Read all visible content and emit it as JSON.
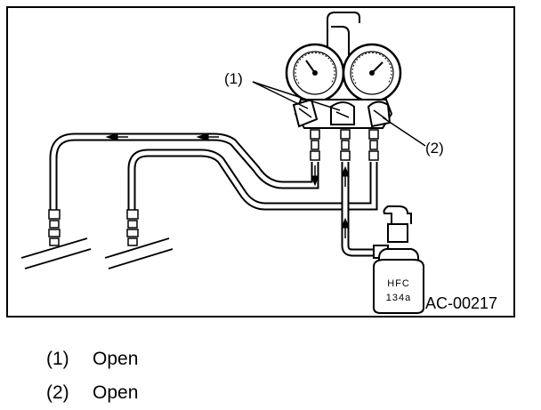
{
  "figure": {
    "code": "AC-00217",
    "callouts": [
      "(1)",
      "(2)"
    ],
    "can_label": [
      "HFC",
      "134a"
    ]
  },
  "legend": [
    {
      "num": "(1)",
      "text": "Open"
    },
    {
      "num": "(2)",
      "text": "Open"
    }
  ]
}
